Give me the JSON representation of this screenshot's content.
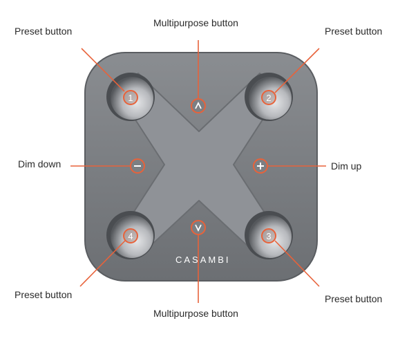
{
  "labels": {
    "top_left": "Preset button",
    "top_center": "Multipurpose button",
    "top_right": "Preset button",
    "left": "Dim down",
    "right": "Dim up",
    "bottom_left": "Preset button",
    "bottom_center": "Multipurpose button",
    "bottom_right": "Preset button"
  },
  "markers": {
    "preset_1": "1",
    "preset_2": "2",
    "preset_3": "3",
    "preset_4": "4",
    "up": "^",
    "down": "v",
    "minus": "−",
    "plus": "+"
  },
  "brand": "CASAMBI",
  "colors": {
    "device_body": "#7c7f83",
    "x_shape": "#8f9297",
    "button_dark": "#4a4d51",
    "accent_orange": "#e8623a",
    "label_text": "#2a2a2a"
  }
}
